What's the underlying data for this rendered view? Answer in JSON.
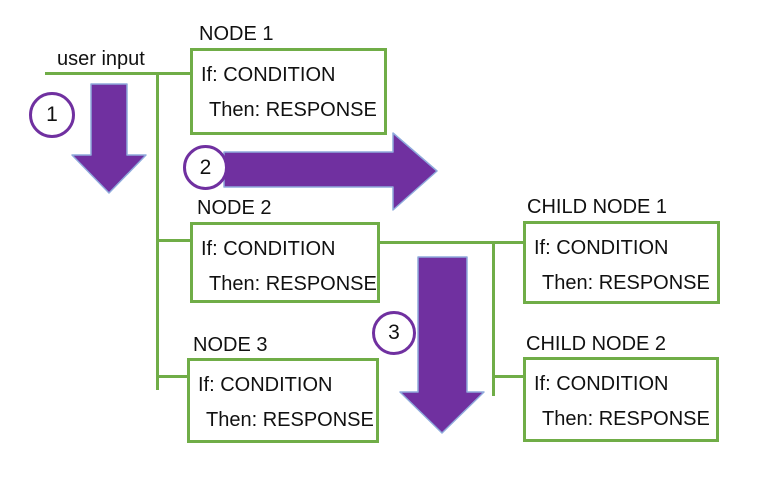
{
  "labels": {
    "user_input": "user input"
  },
  "steps": [
    "1",
    "2",
    "3"
  ],
  "nodes": [
    {
      "title": "NODE 1",
      "condition": "If: CONDITION",
      "response": "Then: RESPONSE"
    },
    {
      "title": "NODE 2",
      "condition": "If: CONDITION",
      "response": "Then: RESPONSE"
    },
    {
      "title": "NODE 3",
      "condition": "If: CONDITION",
      "response": "Then: RESPONSE"
    },
    {
      "title": "CHILD NODE 1",
      "condition": "If: CONDITION",
      "response": "Then: RESPONSE"
    },
    {
      "title": "CHILD NODE 2",
      "condition": "If: CONDITION",
      "response": "Then: RESPONSE"
    }
  ],
  "colors": {
    "green": "#70AD47",
    "purple": "#7030A0",
    "arrow_outline": "#8FAADC",
    "text": "#111111",
    "background": "#FFFFFF"
  }
}
